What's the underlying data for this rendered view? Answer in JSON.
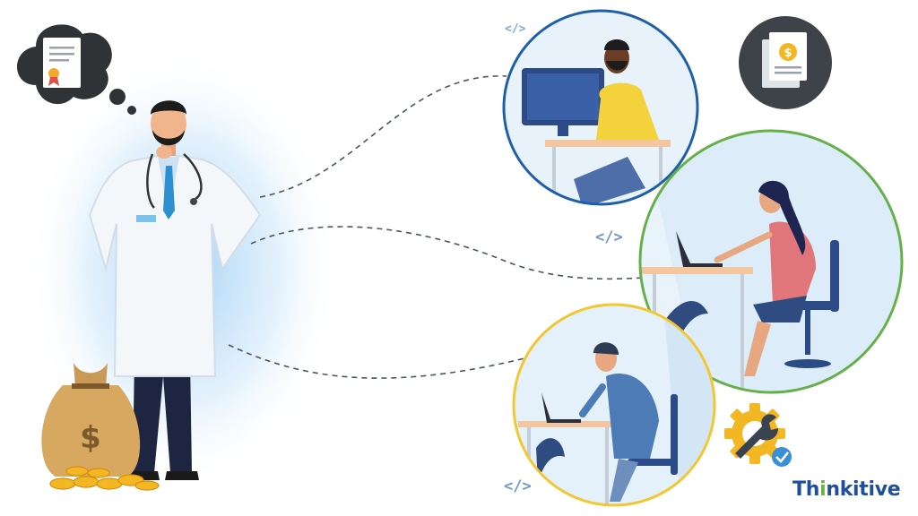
{
  "brand": {
    "name_prefix": "Th",
    "name_i": "i",
    "name_suffix": "nkitive",
    "accent_color": "#6cb33f",
    "text_color": "#1f4e9c"
  },
  "code_tags": [
    "</>",
    "</>",
    "</>"
  ],
  "icons": {
    "thought_bubble": "certificate-icon",
    "invoice": "invoice-dollar-icon",
    "gear": "gear-wrench-icon",
    "money": "money-bag-icon"
  },
  "circles": [
    {
      "name": "developer-desktop",
      "border": "#1f5fa8"
    },
    {
      "name": "developer-laptop-woman",
      "border": "#66b04a"
    },
    {
      "name": "developer-laptop-man",
      "border": "#f2c832"
    }
  ]
}
